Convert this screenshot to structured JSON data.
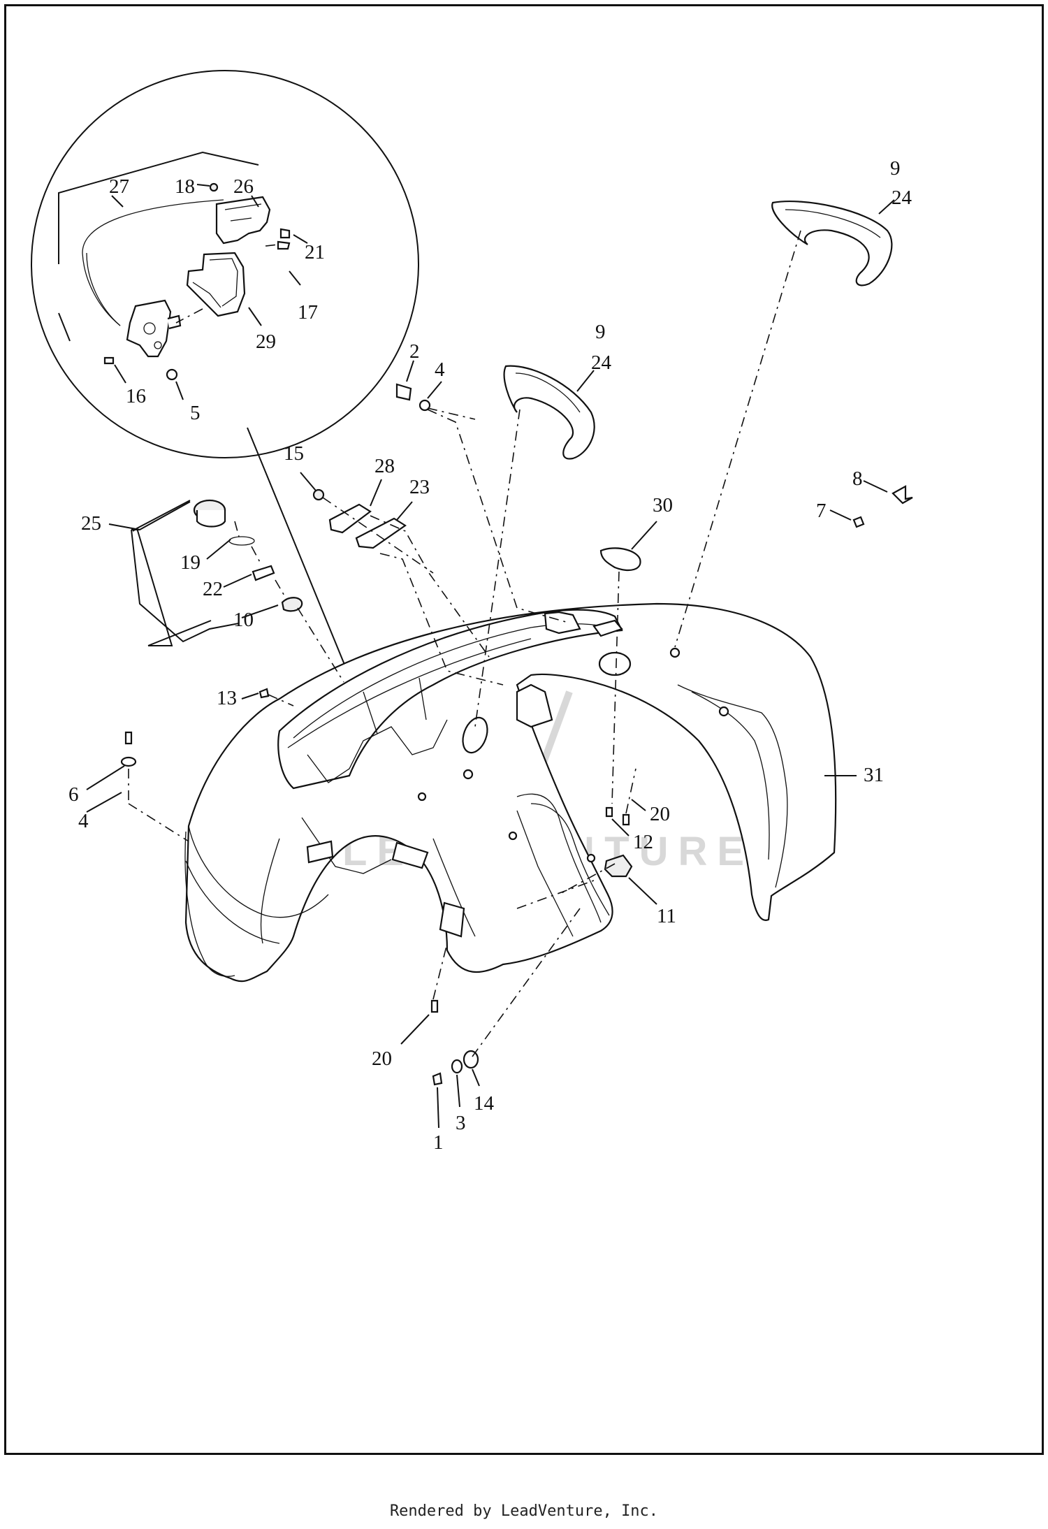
{
  "footer": "Rendered by LeadVenture, Inc.",
  "watermark": "LEADVENTURE",
  "callouts": [
    {
      "id": "c27",
      "label": "27"
    },
    {
      "id": "c18",
      "label": "18"
    },
    {
      "id": "c26",
      "label": "26"
    },
    {
      "id": "c21",
      "label": "21"
    },
    {
      "id": "c17",
      "label": "17"
    },
    {
      "id": "c29",
      "label": "29"
    },
    {
      "id": "c16",
      "label": "16"
    },
    {
      "id": "c5",
      "label": "5"
    },
    {
      "id": "c9a",
      "label": "9"
    },
    {
      "id": "c24a",
      "label": "24"
    },
    {
      "id": "c9b",
      "label": "9"
    },
    {
      "id": "c24b",
      "label": "24"
    },
    {
      "id": "c2",
      "label": "2"
    },
    {
      "id": "c4a",
      "label": "4"
    },
    {
      "id": "c15",
      "label": "15"
    },
    {
      "id": "c28",
      "label": "28"
    },
    {
      "id": "c23",
      "label": "23"
    },
    {
      "id": "c25",
      "label": "25"
    },
    {
      "id": "c19",
      "label": "19"
    },
    {
      "id": "c22",
      "label": "22"
    },
    {
      "id": "c10",
      "label": "10"
    },
    {
      "id": "c30",
      "label": "30"
    },
    {
      "id": "c8",
      "label": "8"
    },
    {
      "id": "c7",
      "label": "7"
    },
    {
      "id": "c13",
      "label": "13"
    },
    {
      "id": "c6",
      "label": "6"
    },
    {
      "id": "c4b",
      "label": "4"
    },
    {
      "id": "c31",
      "label": "31"
    },
    {
      "id": "c20a",
      "label": "20"
    },
    {
      "id": "c12",
      "label": "12"
    },
    {
      "id": "c11",
      "label": "11"
    },
    {
      "id": "c20b",
      "label": "20"
    },
    {
      "id": "c14",
      "label": "14"
    },
    {
      "id": "c3",
      "label": "3"
    },
    {
      "id": "c1",
      "label": "1"
    }
  ]
}
